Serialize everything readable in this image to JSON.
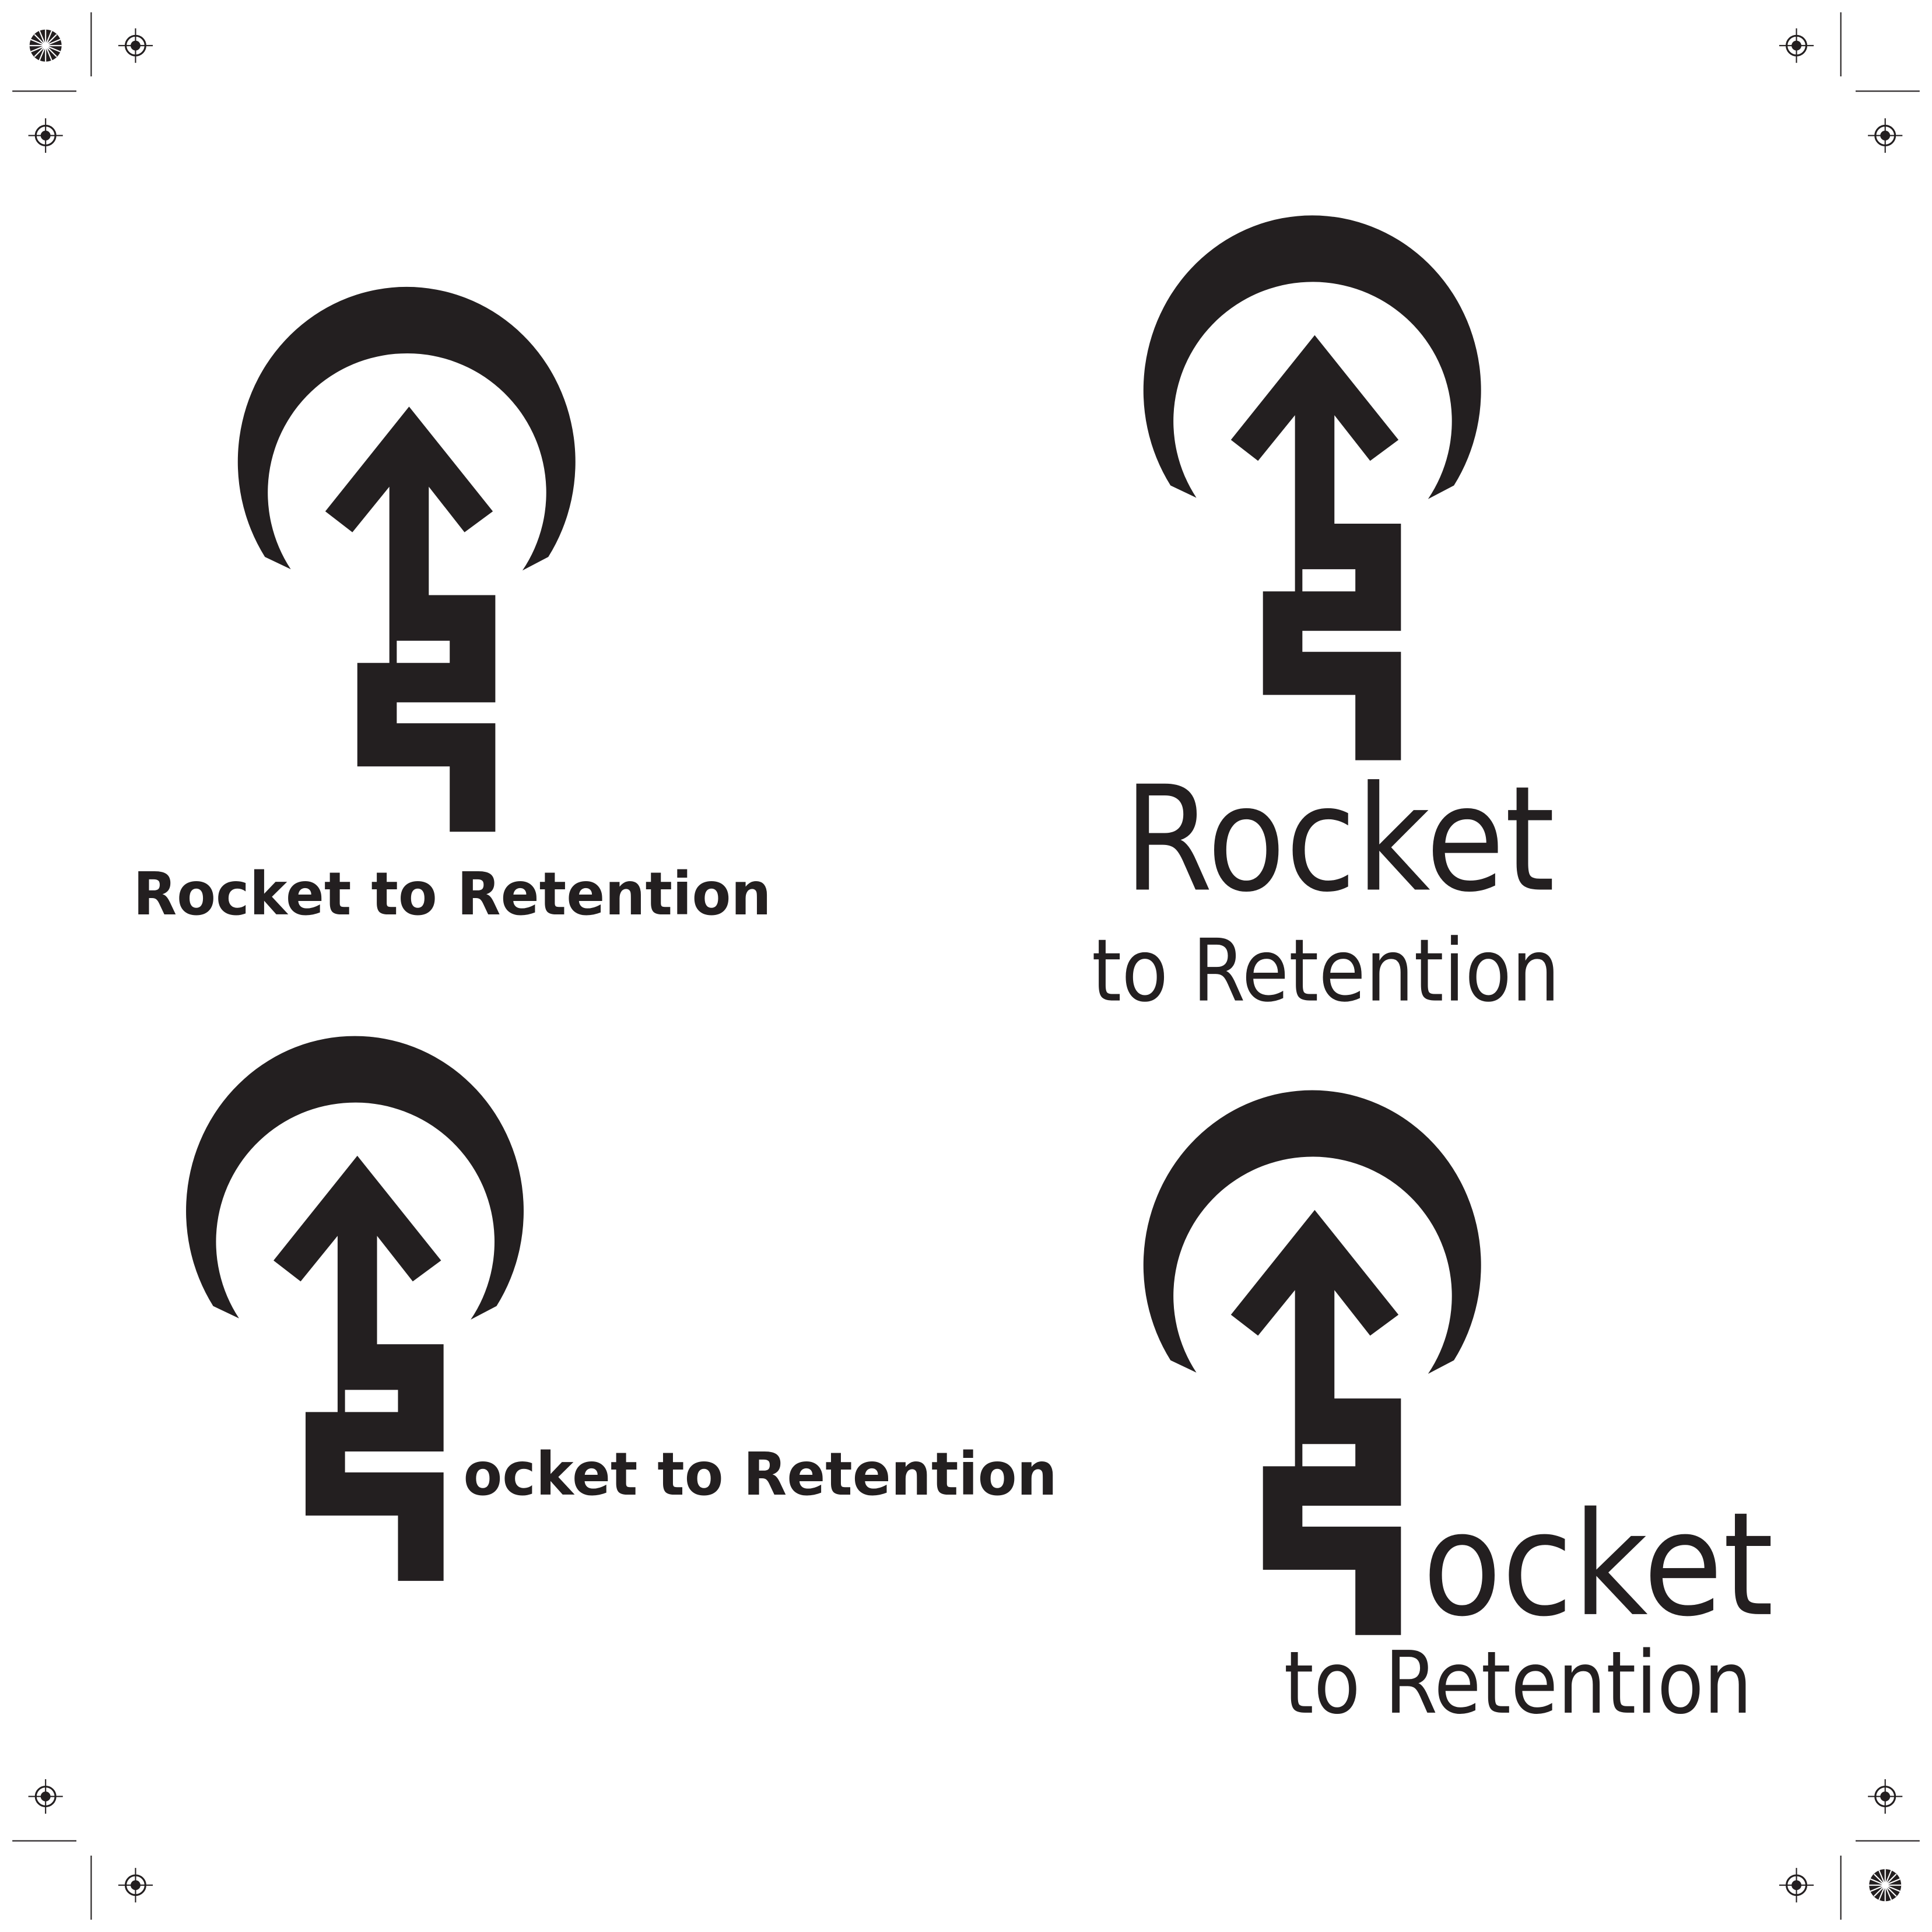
{
  "colors": {
    "ink": "#231f20",
    "background": "#ffffff"
  },
  "variants": [
    {
      "line1": "Rocket to Retention"
    },
    {
      "line1": "Rocket",
      "line2": "to Retention"
    },
    {
      "line1": "ocket to Retention"
    },
    {
      "line1": "ocket",
      "line2": "to Retention"
    }
  ],
  "marks": {
    "registration": "registration-crosshair-icon",
    "color_bar": "starburst-icon"
  }
}
